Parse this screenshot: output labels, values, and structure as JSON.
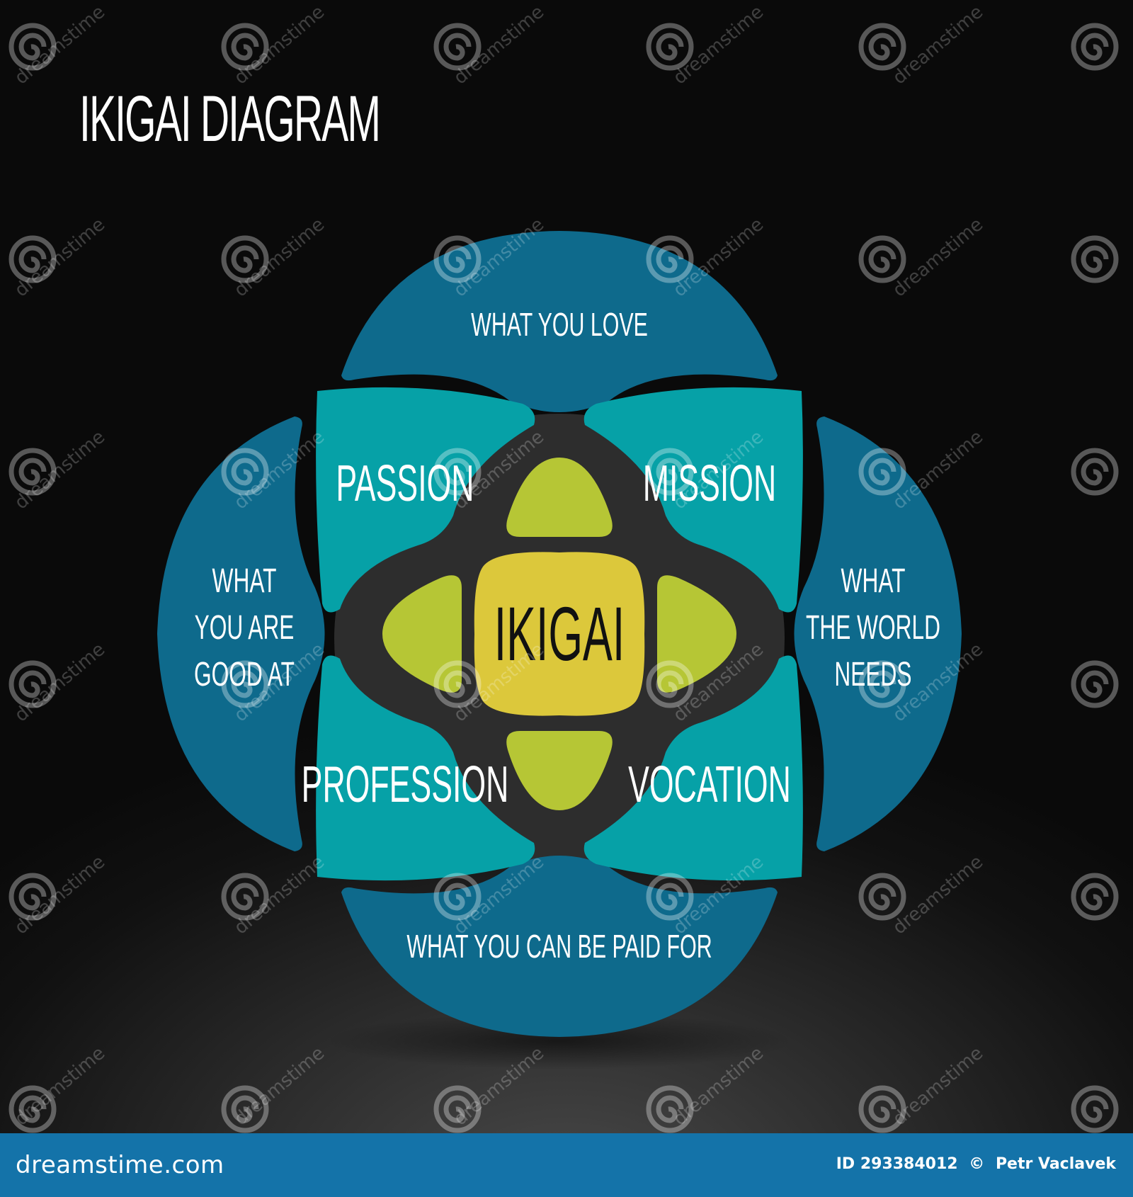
{
  "title": "IKIGAI DIAGRAM",
  "diagram": {
    "outer": {
      "top": "WHAT YOU LOVE",
      "left": [
        "WHAT",
        "YOU ARE",
        "GOOD AT"
      ],
      "right": [
        "WHAT",
        "THE WORLD",
        "NEEDS"
      ],
      "bottom": "WHAT YOU CAN BE PAID FOR"
    },
    "inner": {
      "top_left": "PASSION",
      "top_right": "MISSION",
      "bottom_left": "PROFESSION",
      "bottom_right": "VOCATION"
    },
    "center": "IKIGAI"
  },
  "colors": {
    "outer_lobes": "#0e6a8c",
    "inner_petals": "#06a1a7",
    "intersections": "#b6c635",
    "center": "#dcc83b",
    "gaps": "#2d2d2d",
    "footer": "#1473a9"
  },
  "watermark": {
    "text": "dreamstime",
    "icon": "dreamstime-spiral-icon"
  },
  "footer": {
    "brand": "dreamstime.com",
    "id": "ID 293384012",
    "copyright_icon": "©",
    "author": "Petr Vaclavek"
  }
}
